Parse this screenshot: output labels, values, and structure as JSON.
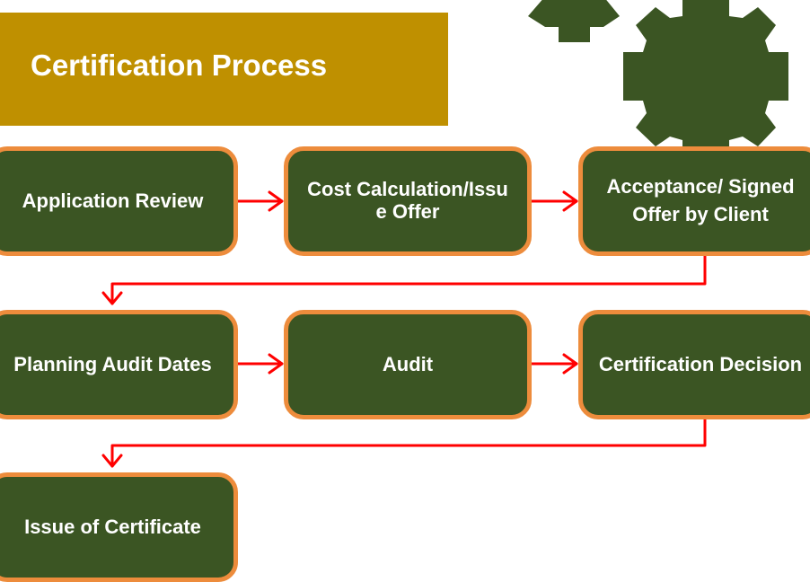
{
  "title": "Certification Process",
  "steps": [
    {
      "label": "Application Review"
    },
    {
      "label": "Cost Calculation/Issue Offer"
    },
    {
      "label": "Acceptance/ Signed Offer by Client"
    },
    {
      "label": "Planning Audit Dates"
    },
    {
      "label": "Audit"
    },
    {
      "label": "Certification Decision"
    },
    {
      "label": "Issue of Certificate"
    }
  ],
  "colors": {
    "banner": "#bf9000",
    "box_fill": "#3b5523",
    "box_border": "#ed8c3c",
    "arrow": "#ff0000",
    "gear": "#3b5523"
  },
  "decorations": {
    "gear_icon": "gear-icon"
  }
}
